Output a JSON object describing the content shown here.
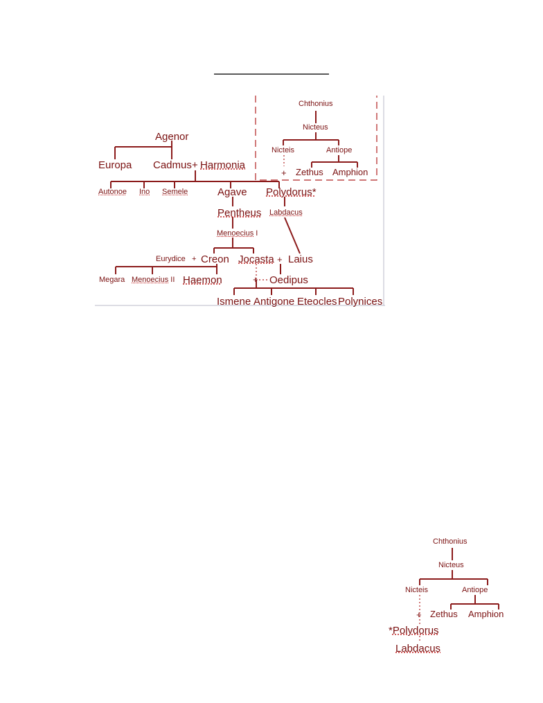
{
  "main_tree": {
    "agenor": "Agenor",
    "europa": "Europa",
    "cadmus": "Cadmus",
    "plus1": "+",
    "harmonia": "Harmonia",
    "autonoe": "Autonoe",
    "ino": "Ino",
    "semele": "Semele",
    "agave": "Agave",
    "polydorus": "Polydorus*",
    "pentheus": "Pentheus",
    "labdacus": "Labdacus",
    "menoecius1": "Menoecius",
    "menoecius1_num": "I",
    "eurydice": "Eurydice",
    "plus2": "+",
    "creon": "Creon",
    "jocasta": "Jocasta",
    "plus3": "+",
    "laius": "Laius",
    "megara": "Megara",
    "menoecius2": "Menoecius",
    "menoecius2_num": "II",
    "haemon": "Haemon",
    "plus4": "+",
    "oedipus": "Oedipus",
    "ismene": "Ismene",
    "antigone": "Antigone",
    "eteocles": "Eteocles",
    "polynices": "Polynices"
  },
  "inset_tree": {
    "chthonius": "Chthonius",
    "nicteus": "Nicteus",
    "nicteis": "Nicteis",
    "antiope": "Antiope",
    "plus": "+",
    "zethus": "Zethus",
    "amphion": "Amphion"
  },
  "lower_tree": {
    "chthonius": "Chthonius",
    "nicteus": "Nicteus",
    "nicteis": "Nicteis",
    "antiope": "Antiope",
    "plus": "+",
    "zethus": "Zethus",
    "amphion": "Amphion",
    "polydorus": "*Polydorus",
    "labdacus": "Labdacus"
  },
  "colors": {
    "line": "#8b1a1a",
    "text": "#7a1010",
    "dash": "#b02020"
  }
}
